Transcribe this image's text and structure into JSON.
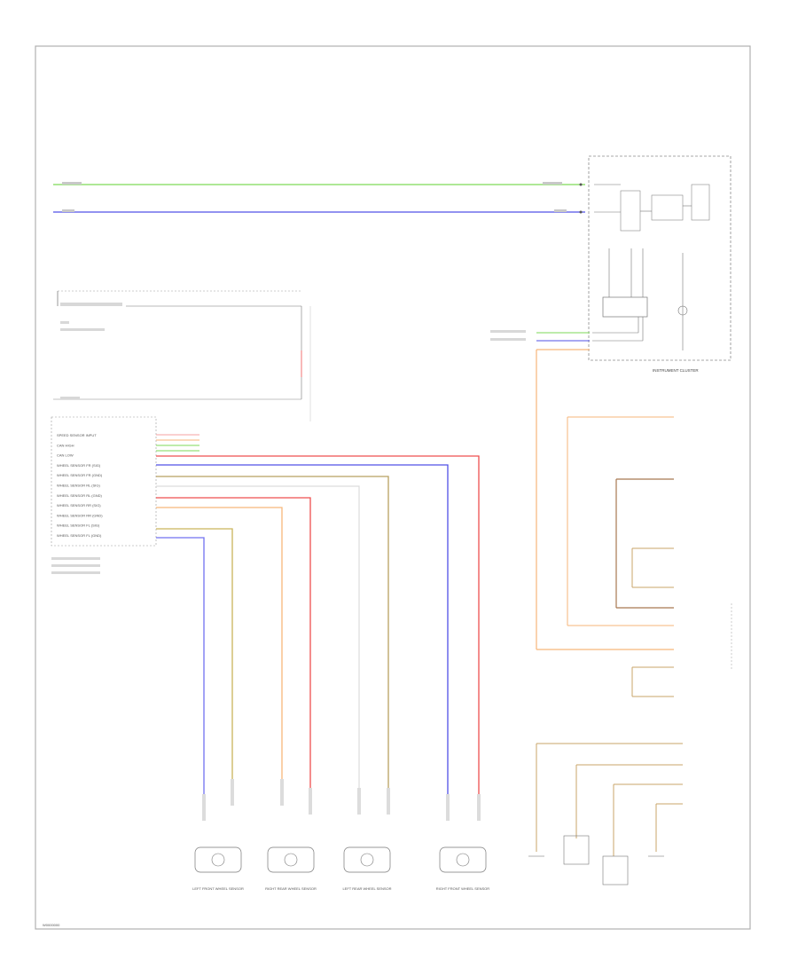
{
  "diagram": {
    "colors": {
      "green": "#7ed957",
      "blue": "#5050e6",
      "red": "#ef4f4f",
      "pink": "#f5a0a0",
      "orange": "#f7b67a",
      "tan": "#c9a46a",
      "brown": "#a87850",
      "olive": "#b8a060",
      "yellow": "#e8e070",
      "gray": "#c8c8c8",
      "black": "#555555"
    },
    "instrument_cluster": {
      "label": "INSTRUMENT CLUSTER"
    },
    "wheel_sensors": [
      {
        "label": "LEFT FRONT WHEEL SENSOR"
      },
      {
        "label": "RIGHT REAR WHEEL SENSOR"
      },
      {
        "label": "LEFT REAR WHEEL SENSOR"
      },
      {
        "label": "RIGHT FRONT WHEEL SENSOR"
      }
    ],
    "abs_connector_labels": [
      "SPEED SENSOR INPUT",
      "CAN HIGH",
      "CAN LOW",
      "WHEEL SENSOR FR (SIG)",
      "WHEEL SENSOR FR (GND)",
      "WHEEL SENSOR RL (SIG)",
      "WHEEL SENSOR RL (GND)",
      "WHEEL SENSOR RR (SIG)",
      "WHEEL SENSOR RR (GND)",
      "WHEEL SENSOR FL (SIG)",
      "WHEEL SENSOR FL (GND)"
    ],
    "footer_code": "W0000000"
  }
}
